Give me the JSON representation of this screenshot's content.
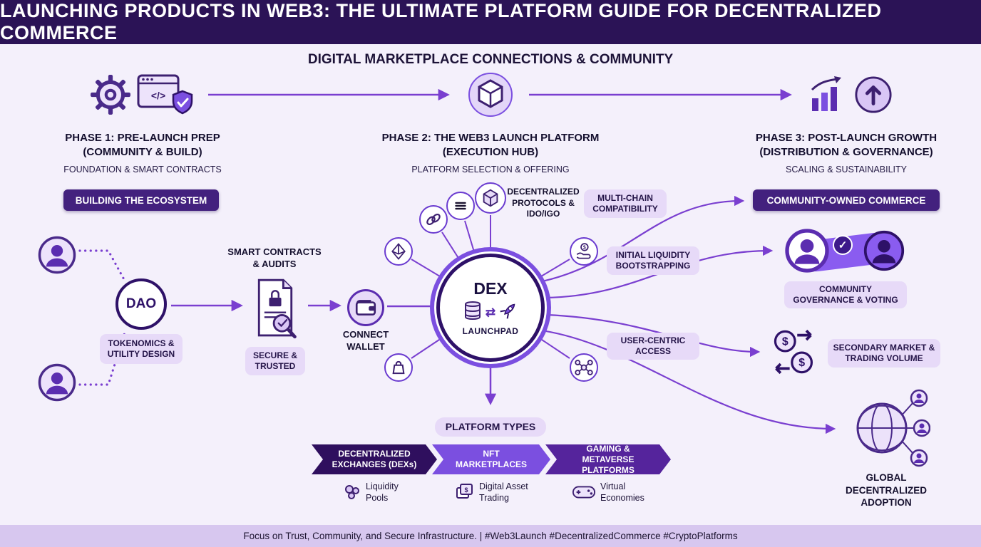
{
  "header": {
    "title": "LAUNCHING PRODUCTS IN WEB3: THE ULTIMATE PLATFORM GUIDE FOR DECENTRALIZED COMMERCE"
  },
  "subtitle": "DIGITAL MARKETPLACE CONNECTIONS & COMMUNITY",
  "phases": [
    {
      "title": "PHASE 1: PRE-LAUNCH PREP (COMMUNITY & BUILD)",
      "subtitle": "FOUNDATION & SMART CONTRACTS"
    },
    {
      "title": "PHASE 2: THE WEB3 LAUNCH PLATFORM (EXECUTION HUB)",
      "subtitle": "PLATFORM SELECTION & OFFERING"
    },
    {
      "title": "PHASE 3: POST-LAUNCH GROWTH (DISTRIBUTION & GOVERNANCE)",
      "subtitle": "SCALING & SUSTAINABILITY"
    }
  ],
  "left": {
    "building_badge": "BUILDING THE ECOSYSTEM",
    "dao_label": "DAO",
    "tokenomics_badge": "TOKENOMICS & UTILITY DESIGN",
    "smart_contracts_label": "SMART CONTRACTS & AUDITS",
    "secure_badge": "SECURE & TRUSTED",
    "connect_wallet_label": "CONNECT WALLET"
  },
  "hub": {
    "dex_label": "DEX",
    "launchpad_label": "LAUNCHPAD",
    "protocols_label": "DECENTRALIZED PROTOCOLS & IDO/IGO",
    "multichain_badge": "MULTI-CHAIN COMPATIBILITY",
    "liquidity_badge": "INITIAL LIQUIDITY BOOTSTRAPPING",
    "user_access_badge": "USER-CENTRIC ACCESS"
  },
  "platform_types": {
    "badge": "PLATFORM TYPES",
    "banners": [
      {
        "label": "DECENTRALIZED EXCHANGES (DEXs)",
        "caption": "Liquidity Pools"
      },
      {
        "label": "NFT MARKETPLACES",
        "caption": "Digital Asset Trading"
      },
      {
        "label": "GAMING & METAVERSE PLATFORMS",
        "caption": "Virtual Economies"
      }
    ]
  },
  "right": {
    "commerce_badge": "COMMUNITY-OWNED COMMERCE",
    "governance_badge": "COMMUNITY GOVERNANCE & VOTING",
    "secondary_badge": "SECONDARY MARKET & TRADING VOLUME",
    "adoption_label": "GLOBAL DECENTRALIZED ADOPTION"
  },
  "footer": {
    "text": "Focus on Trust, Community, and Secure Infrastructure. | #Web3Launch #DecentralizedCommerce #CryptoPlatforms"
  },
  "colors": {
    "header_bg": "#2b1356",
    "accent_purple": "#7a3fd0",
    "dark_badge_bg": "#43217e",
    "light_badge_bg": "#e7daf8",
    "footer_bg": "#d7c7ef",
    "banner_dark": "#2f0f5e",
    "banner_mid": "#7b4fe0",
    "banner_deep": "#55249c"
  }
}
